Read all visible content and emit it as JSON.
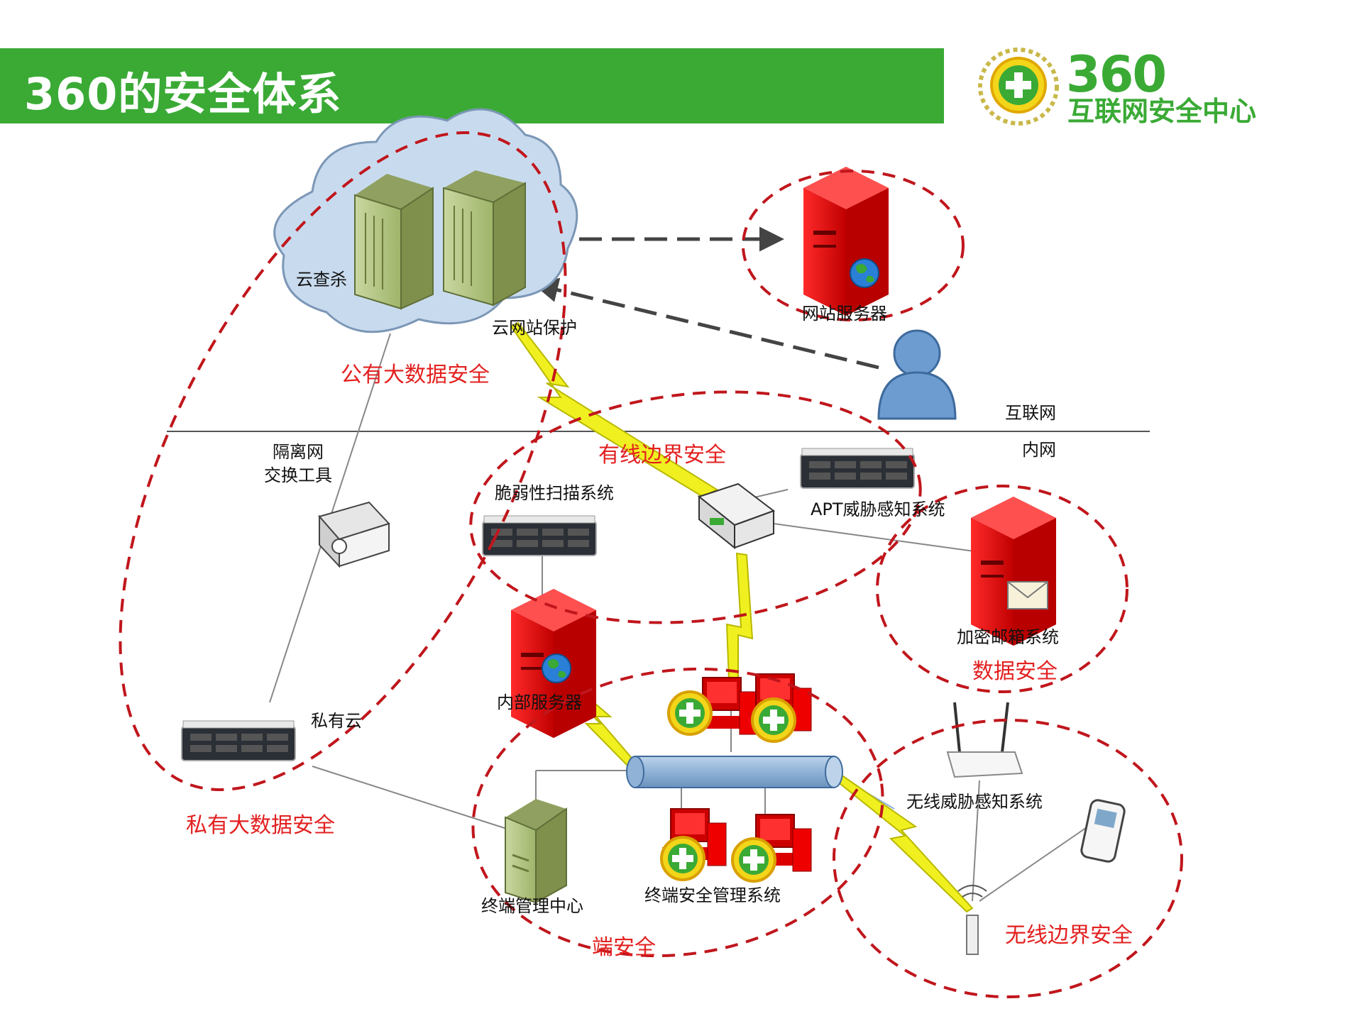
{
  "header": {
    "title": "360的安全体系"
  },
  "logo": {
    "number": "360",
    "subtitle": "互联网安全中心"
  },
  "labels": {
    "cloud_scan": "云查杀",
    "cloud_web_protect": "云网站保护",
    "web_server": "网站服务器",
    "internet": "互联网",
    "intranet": "内网",
    "isolation_tool_1": "隔离网",
    "isolation_tool_2": "交换工具",
    "vuln_scan": "脆弱性扫描系统",
    "apt": "APT威胁感知系统",
    "internal_server": "内部服务器",
    "encrypted_mail": "加密邮箱系统",
    "private_cloud": "私有云",
    "wireless_threat": "无线威胁感知系统",
    "endpoint_mgmt_center": "终端管理中心",
    "endpoint_security_system": "终端安全管理系统"
  },
  "zones": {
    "public_big_data": "公有大数据安全",
    "wired_border": "有线边界安全",
    "data_security": "数据安全",
    "private_big_data": "私有大数据安全",
    "endpoint": "端安全",
    "wireless_border": "无线边界安全"
  },
  "colors": {
    "brand_green": "#3aaa35",
    "zone_red": "#c0161c",
    "alert_red": "#e32020",
    "bolt_yellow": "#f0f020"
  }
}
